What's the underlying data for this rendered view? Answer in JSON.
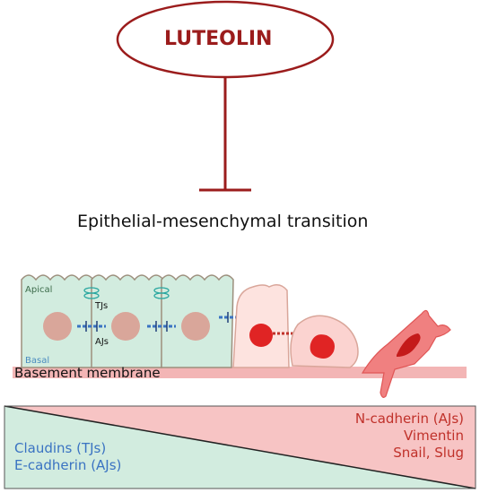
{
  "inhibitor": {
    "title": "LUTEOLIN"
  },
  "process": {
    "label": "Epithelial-mesenchymal transition"
  },
  "cell_labels": {
    "apical": "Apical",
    "basal": "Basal",
    "tjs": "TJs",
    "ajs": "AJs"
  },
  "basement": {
    "label": "Basement membrane"
  },
  "epithelial_markers": [
    "Claudins (TJs)",
    "E-cadherin (AJs)"
  ],
  "mesenchymal_markers": [
    "N-cadherin (AJs)",
    "Vimentin",
    "Snail, Slug"
  ],
  "colors": {
    "inhibition": "#9b1c1c",
    "epithelial_fill": "#d2ecdf",
    "mesenchymal_fill": "#f7c4c4",
    "nucleus_epithelial": "#d9a69a",
    "nucleus_mesenchymal": "#e02424",
    "marker_blue": "#3a73c2",
    "marker_red": "#c0312a"
  }
}
